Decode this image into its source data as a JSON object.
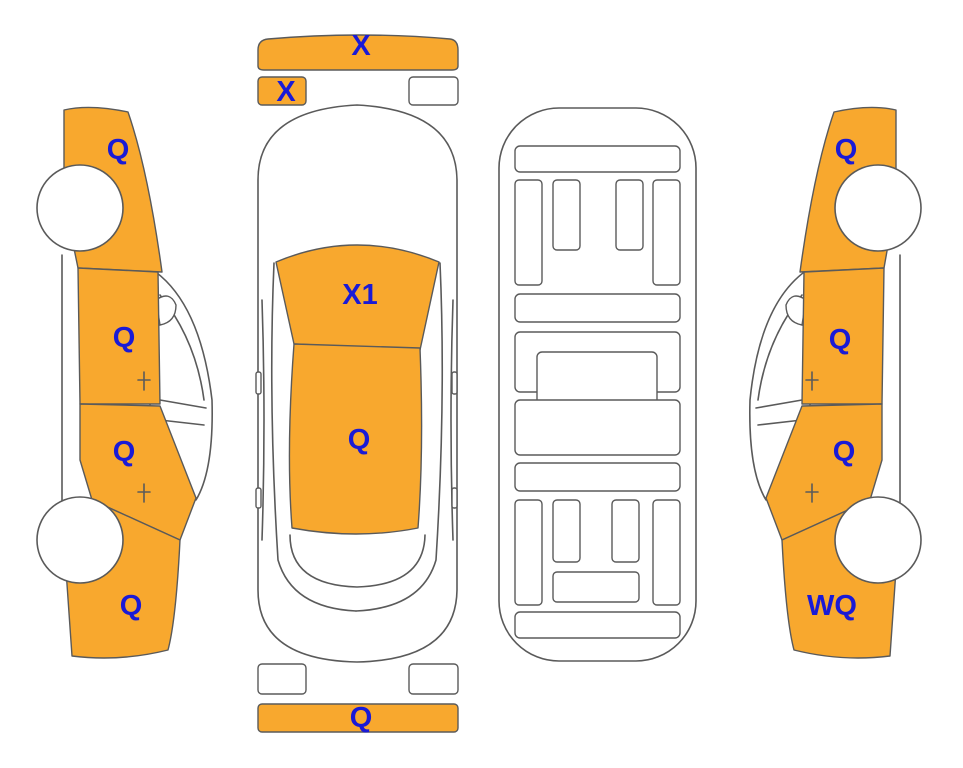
{
  "colors": {
    "damaged_panel": "#f8a82e",
    "label_text": "#1a1ad6",
    "outline": "#5a5a5a",
    "background": "#ffffff"
  },
  "panels": {
    "front_bumper": "X",
    "front_left_corner": "X",
    "hood": "X1",
    "roof": "Q",
    "rear_bumper": "Q",
    "left_front_fender": "Q",
    "left_front_door": "Q",
    "left_rear_door": "Q",
    "left_rear_quarter": "Q",
    "right_front_fender": "Q",
    "right_front_door": "Q",
    "right_rear_door": "Q",
    "right_rear_quarter": "WQ"
  }
}
